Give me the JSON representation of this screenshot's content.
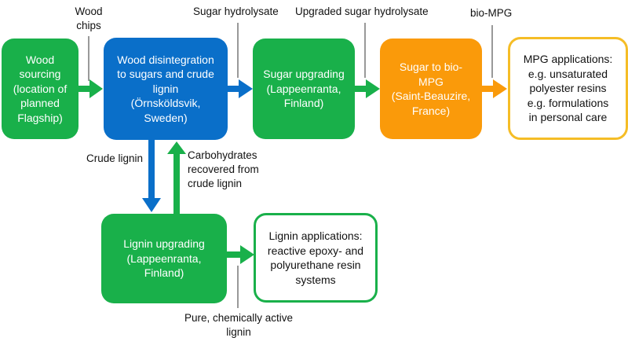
{
  "nodes": {
    "wood_sourcing": "Wood\nsourcing\n(location of\nplanned\nFlagship)",
    "wood_disintegration": "Wood disintegration\nto sugars and crude\nlignin\n(Örnsköldsvik,\nSweden)",
    "sugar_upgrading": "Sugar upgrading\n(Lappeenranta,\nFinland)",
    "sugar_to_biompg": "Sugar to bio-\nMPG\n(Saint-Beauzire,\nFrance)",
    "mpg_applications": "MPG applications:\ne.g. unsaturated\npolyester resins\ne.g. formulations\nin personal care",
    "lignin_upgrading": "Lignin upgrading\n(Lappeenranta,\nFinland)",
    "lignin_applications": "Lignin applications:\nreactive epoxy- and\npolyurethane resin\nsystems"
  },
  "edge_labels": {
    "wood_chips": "Wood\nchips",
    "sugar_hydrolysate": "Sugar hydrolysate",
    "upgraded_sugar_hydrolysate": "Upgraded sugar hydrolysate",
    "bio_mpg": "bio-MPG",
    "crude_lignin": "Crude lignin",
    "carbohydrates": "Carbohydrates\nrecovered from\ncrude lignin",
    "pure_lignin": "Pure, chemically active\nlignin"
  },
  "colors": {
    "green": "#19b04a",
    "blue": "#0a6fc9",
    "orange": "#fa9a0a",
    "yellow_outline": "#f5bd26"
  }
}
